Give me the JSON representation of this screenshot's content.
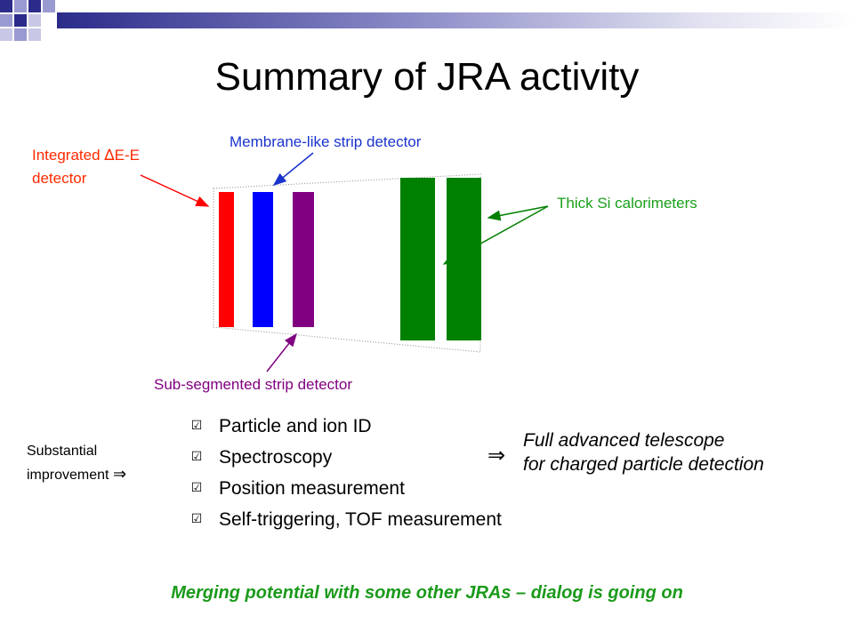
{
  "title": "Summary of JRA activity",
  "labels": {
    "integrated_line1": "Integrated ",
    "delta_symbol": "∆",
    "integrated_line1_rest": "E-E",
    "integrated_line2": "detector",
    "membrane": "Membrane-like strip detector",
    "thick_si": "Thick Si calorimeters",
    "sub_segmented": "Sub-segmented strip detector"
  },
  "substantial": {
    "line1": "Substantial",
    "line2": "improvement",
    "arrow": "⇒"
  },
  "bullets": [
    {
      "checkbox": "☑",
      "text": "Particle and ion ID"
    },
    {
      "checkbox": "☑",
      "text": "Spectroscopy"
    },
    {
      "checkbox": "☑",
      "text": "Position measurement"
    },
    {
      "checkbox": "☑",
      "text": "Self-triggering, TOF measurement"
    }
  ],
  "result": {
    "arrow": "⇒",
    "line1": "Full advanced telescope",
    "line2": "for charged particle detection"
  },
  "footer": "Merging potential with some other JRAs – dialog is going on",
  "colors": {
    "red_detector": "#ff0000",
    "blue_detector": "#0000ff",
    "purple_detector": "#800080",
    "green_detector": "#008000",
    "label_red": "#ff2a00",
    "label_blue": "#1a33cc",
    "label_green": "#19a019",
    "footer_green": "#1a9a1a",
    "deco_squares": [
      "#2b2b8a",
      "#8c8cc8",
      "#c8c8e6"
    ]
  }
}
